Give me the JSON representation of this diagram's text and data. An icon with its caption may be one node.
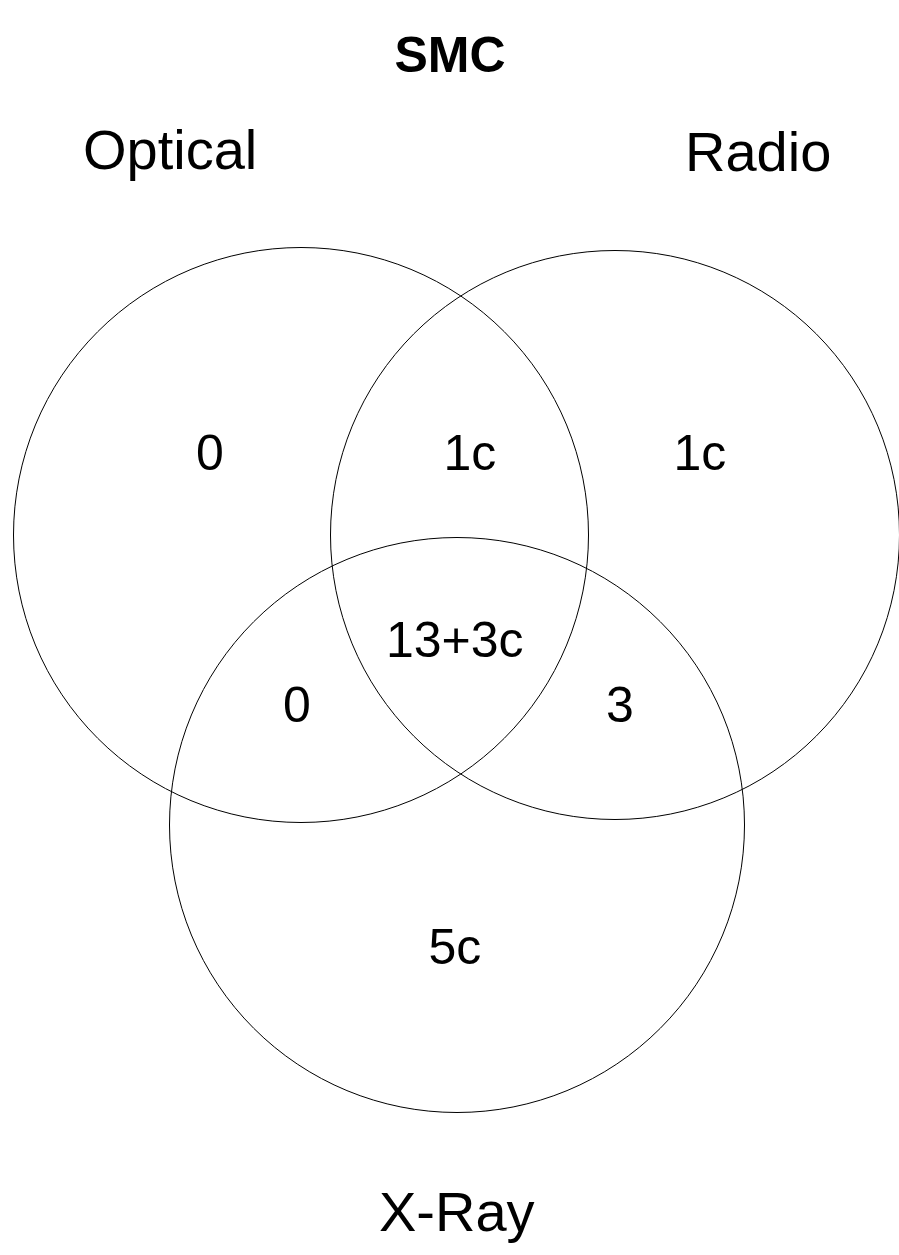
{
  "diagram": {
    "title": "SMC",
    "nodes": [
      {
        "text": [
          "Optical"
        ]
      },
      {
        "text": [
          "Radio"
        ]
      },
      {
        "text": [
          "X-Ray"
        ]
      }
    ],
    "labels": [
      "0",
      "1c",
      "1c",
      "13+3c",
      "0",
      "3",
      "5c"
    ]
  }
}
